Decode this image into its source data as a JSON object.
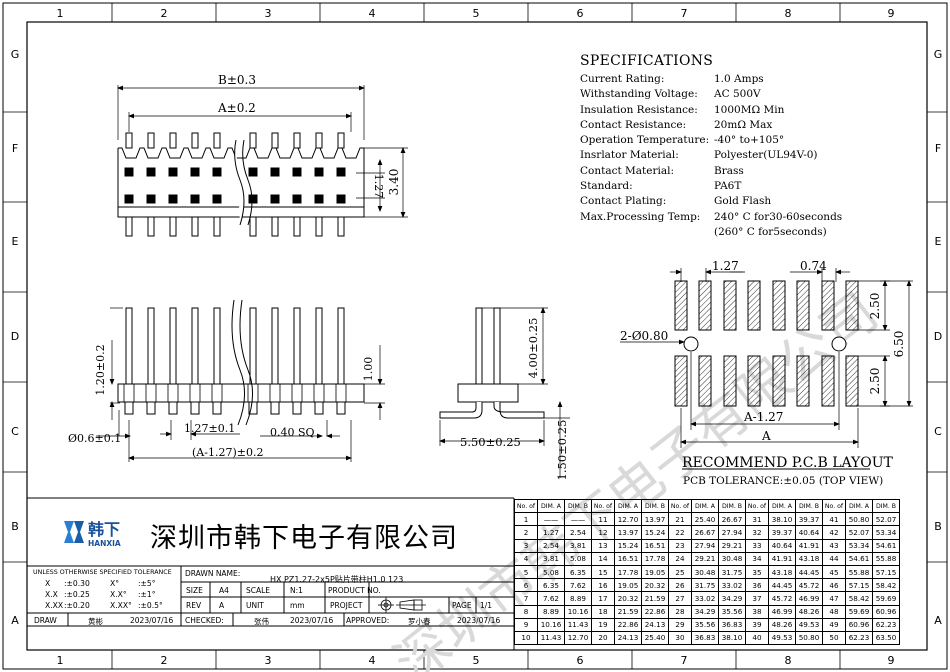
{
  "grid": {
    "columns": [
      "1",
      "2",
      "3",
      "4",
      "5",
      "6",
      "7",
      "8",
      "9"
    ],
    "rows": [
      "G",
      "F",
      "E",
      "D",
      "C",
      "B",
      "A"
    ]
  },
  "specifications": {
    "title": "SPECIFICATIONS",
    "items": [
      {
        "label": "Current Rating:",
        "value": "1.0 Amps"
      },
      {
        "label": "Withstanding Voltage:",
        "value": "AC 500V"
      },
      {
        "label": "Insulation Resistance:",
        "value": "1000MΩ Min"
      },
      {
        "label": "Contact Resistance:",
        "value": "20mΩ Max"
      },
      {
        "label": "Operation Temperature:",
        "value": "-40° to+105°"
      },
      {
        "label": "Insrlator Material:",
        "value": "Polyester(UL94V-0)"
      },
      {
        "label": "Contact Material:",
        "value": "Brass"
      },
      {
        "label": "Standard:",
        "value": "PA6T"
      },
      {
        "label": "Contact Plating:",
        "value": "Gold Flash"
      },
      {
        "label": "Max.Processing Temp:",
        "value": "240° C for30-60seconds"
      },
      {
        "label": "",
        "value": "(260° C for5seconds)"
      }
    ]
  },
  "top_view": {
    "dim_b": "B±0.3",
    "dim_a": "A±0.2",
    "dim_127": "1.27",
    "dim_340": "3.40"
  },
  "front_view": {
    "dim_120": "1.20±0.2",
    "dim_100": "1.00",
    "dim_06": "Ø0.6±0.1",
    "dim_127": "1.27±0.1",
    "dim_040": "0.40 SQ",
    "dim_a127": "(A-1.27)±0.2"
  },
  "side_view": {
    "dim_400": "4.00±0.25",
    "dim_550": "5.50±0.25",
    "dim_150": "1.50±0.25"
  },
  "pcb_layout": {
    "dim_127": "1.27",
    "dim_074": "0.74",
    "dim_250_top": "2.50",
    "dim_650": "6.50",
    "dim_250_bot": "2.50",
    "dim_holes": "2-Ø0.80",
    "dim_a127": "A-1.27",
    "dim_a": "A",
    "title": "RECOMMEND P.C.B LAYOUT",
    "tolerance": "PCB TOLERANCE:±0.05 (TOP VIEW)"
  },
  "watermark": "深圳市韩下电子有限公司",
  "dimension_table": {
    "headers": [
      "No. of",
      "DIM. A",
      "DIM. B"
    ],
    "rows": [
      [
        [
          "1",
          "——",
          "——"
        ],
        [
          "11",
          "12.70",
          "13.97"
        ],
        [
          "21",
          "25.40",
          "26.67"
        ],
        [
          "31",
          "38.10",
          "39.37"
        ],
        [
          "41",
          "50.80",
          "52.07"
        ]
      ],
      [
        [
          "2",
          "1.27",
          "2.54"
        ],
        [
          "12",
          "13.97",
          "15.24"
        ],
        [
          "22",
          "26.67",
          "27.94"
        ],
        [
          "32",
          "39.37",
          "40.64"
        ],
        [
          "42",
          "52.07",
          "53.34"
        ]
      ],
      [
        [
          "3",
          "2.54",
          "3.81"
        ],
        [
          "13",
          "15.24",
          "16.51"
        ],
        [
          "23",
          "27.94",
          "29.21"
        ],
        [
          "33",
          "40.64",
          "41.91"
        ],
        [
          "43",
          "53.34",
          "54.61"
        ]
      ],
      [
        [
          "4",
          "3.81",
          "5.08"
        ],
        [
          "14",
          "16.51",
          "17.78"
        ],
        [
          "24",
          "29.21",
          "30.48"
        ],
        [
          "34",
          "41.91",
          "43.18"
        ],
        [
          "44",
          "54.61",
          "55.88"
        ]
      ],
      [
        [
          "5",
          "5.08",
          "6.35"
        ],
        [
          "15",
          "17.78",
          "19.05"
        ],
        [
          "25",
          "30.48",
          "31.75"
        ],
        [
          "35",
          "43.18",
          "44.45"
        ],
        [
          "45",
          "55.88",
          "57.15"
        ]
      ],
      [
        [
          "6",
          "6.35",
          "7.62"
        ],
        [
          "16",
          "19.05",
          "20.32"
        ],
        [
          "26",
          "31.75",
          "33.02"
        ],
        [
          "36",
          "44.45",
          "45.72"
        ],
        [
          "46",
          "57.15",
          "58.42"
        ]
      ],
      [
        [
          "7",
          "7.62",
          "8.89"
        ],
        [
          "17",
          "20.32",
          "21.59"
        ],
        [
          "27",
          "33.02",
          "34.29"
        ],
        [
          "37",
          "45.72",
          "46.99"
        ],
        [
          "47",
          "58.42",
          "59.69"
        ]
      ],
      [
        [
          "8",
          "8.89",
          "10.16"
        ],
        [
          "18",
          "21.59",
          "22.86"
        ],
        [
          "28",
          "34.29",
          "35.56"
        ],
        [
          "38",
          "46.99",
          "48.26"
        ],
        [
          "48",
          "59.69",
          "60.96"
        ]
      ],
      [
        [
          "9",
          "10.16",
          "11.43"
        ],
        [
          "19",
          "22.86",
          "24.13"
        ],
        [
          "29",
          "35.56",
          "36.83"
        ],
        [
          "39",
          "48.26",
          "49.53"
        ],
        [
          "49",
          "60.96",
          "62.23"
        ]
      ],
      [
        [
          "10",
          "11.43",
          "12.70"
        ],
        [
          "20",
          "24.13",
          "25.40"
        ],
        [
          "30",
          "36.83",
          "38.10"
        ],
        [
          "40",
          "49.53",
          "50.80"
        ],
        [
          "50",
          "62.23",
          "63.50"
        ]
      ]
    ]
  },
  "title_block": {
    "logo_cn": "韩下",
    "logo_en": "HANXIA",
    "company": "深圳市韩下电子有限公司",
    "tolerance_title": "UNLESS OTHERWISE SPECIFIED TOLERANCE",
    "tolerance_rows": [
      {
        "a": "X",
        "b": ":±0.30",
        "c": "X°",
        "d": ":±5°"
      },
      {
        "a": "X.X",
        "b": ":±0.25",
        "c": "X.X°",
        "d": ":±1°"
      },
      {
        "a": "X.XX",
        "b": ":±0.20",
        "c": "X.XX°",
        "d": ":±0.5°"
      }
    ],
    "drawn_name_label": "DRAWN NAME:",
    "drawn_name": "HX PZ1.27-2x5P贴片带柱H1.0 123",
    "size_label": "SIZE",
    "size": "A4",
    "scale_label": "SCALE",
    "scale": "N:1",
    "product_no_label": "PRODUCT NO.",
    "rev_label": "REV",
    "rev": "A",
    "unit_label": "UNIT",
    "unit": "mm",
    "project_label": "PROJECT",
    "page_label": "PAGE",
    "page": "1/1",
    "draw_label": "DRAW",
    "draw_name": "黄彬",
    "draw_date": "2023/07/16",
    "checked_label": "CHECKED:",
    "checked_name": "张伟",
    "checked_date": "2023/07/16",
    "approved_label": "APPROVED:",
    "approved_name": "罗小春",
    "approved_date": "2023/07/16"
  }
}
